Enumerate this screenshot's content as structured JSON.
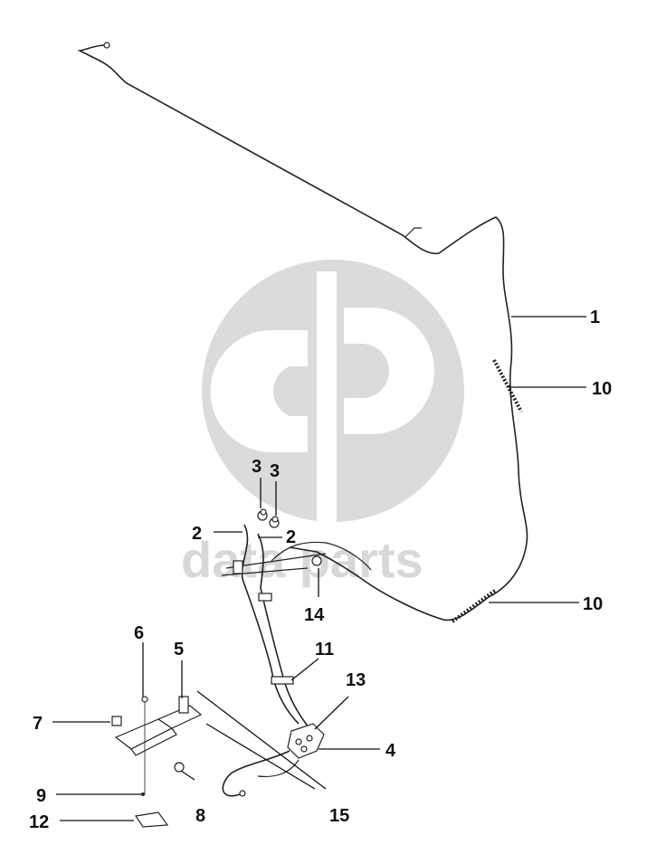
{
  "watermark": {
    "text": "data parts",
    "color": "#d0d0d0"
  },
  "callouts": {
    "c1": "1",
    "c10a": "10",
    "c10b": "10",
    "c3a": "3",
    "c3b": "3",
    "c2a": "2",
    "c2b": "2",
    "c14": "14",
    "c6": "6",
    "c5": "5",
    "c11": "11",
    "c13": "13",
    "c7": "7",
    "c4": "4",
    "c9": "9",
    "c8": "8",
    "c15": "15",
    "c12": "12"
  }
}
